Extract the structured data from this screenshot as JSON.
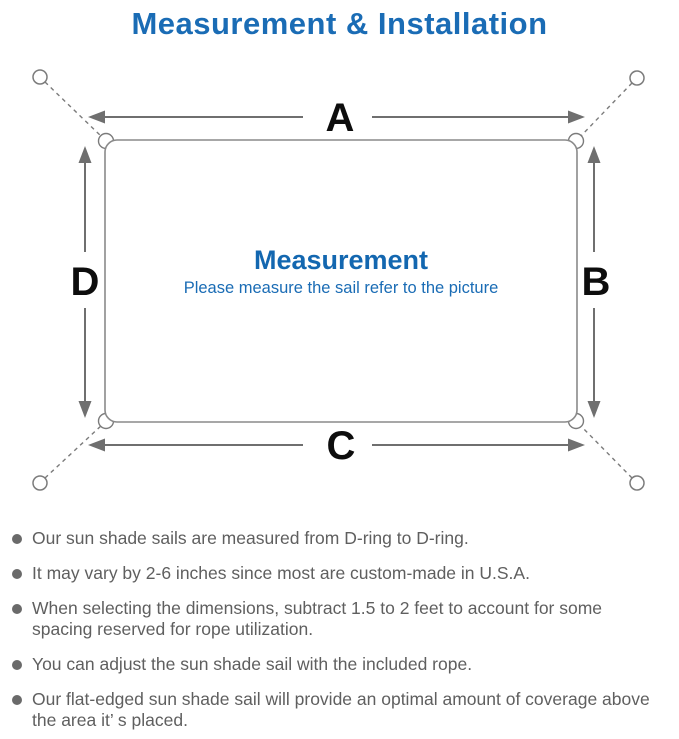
{
  "title": "Measurement & Installation",
  "diagram": {
    "labels": {
      "a": "A",
      "b": "B",
      "c": "C",
      "d": "D"
    },
    "center_title": "Measurement",
    "center_subtitle": "Please measure the sail refer to the picture",
    "colors": {
      "accent_blue": "#1a6cb5",
      "center_blue": "#1367b0",
      "line_gray": "#8a8a8a",
      "arrow_gray": "#6f6f6f",
      "label_black": "#0d0d0d",
      "note_gray": "#5f5f5f"
    }
  },
  "notes": {
    "items": [
      "Our sun shade sails are measured from D-ring to D-ring.",
      "It may vary by 2-6 inches since most are custom-made in U.S.A.",
      "When selecting the dimensions, subtract 1.5 to 2 feet to account for some spacing reserved for rope utilization.",
      "You can adjust the sun shade sail with the included rope.",
      "Our flat-edged sun shade sail will provide an optimal amount of coverage above the area it’ s placed."
    ]
  }
}
